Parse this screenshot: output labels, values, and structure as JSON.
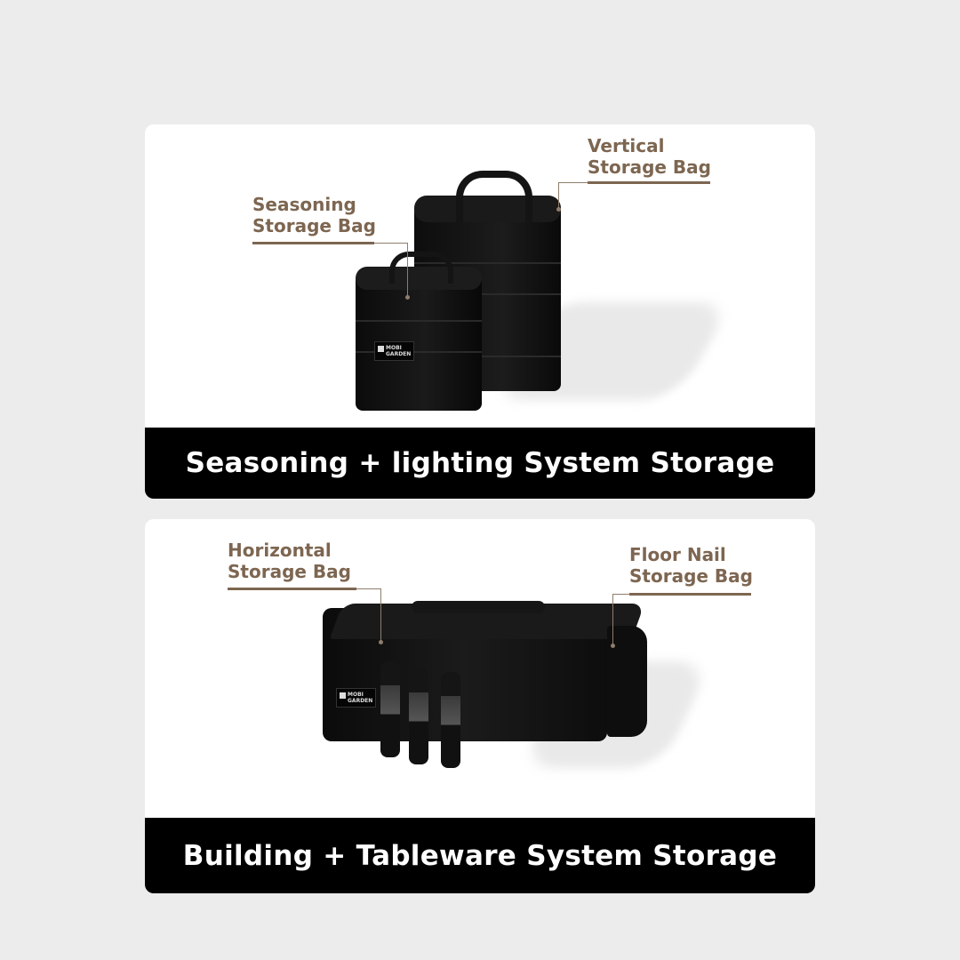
{
  "panels": [
    {
      "caption": "Seasoning + lighting System Storage",
      "labels": [
        {
          "line1": "Seasoning",
          "line2": "Storage Bag"
        },
        {
          "line1": "Vertical",
          "line2": "Storage Bag"
        }
      ],
      "brand_patch": {
        "line1": "MOBI",
        "line2": "GARDEN"
      }
    },
    {
      "caption": "Building + Tableware System Storage",
      "labels": [
        {
          "line1": "Horizontal",
          "line2": "Storage Bag"
        },
        {
          "line1": "Floor Nail",
          "line2": "Storage Bag"
        }
      ],
      "brand_patch": {
        "line1": "MOBI",
        "line2": "GARDEN"
      }
    }
  ],
  "colors": {
    "background": "#ececec",
    "card": "#ffffff",
    "caption_bar": "#000000",
    "caption_text": "#ffffff",
    "label_text": "#7d6651"
  }
}
